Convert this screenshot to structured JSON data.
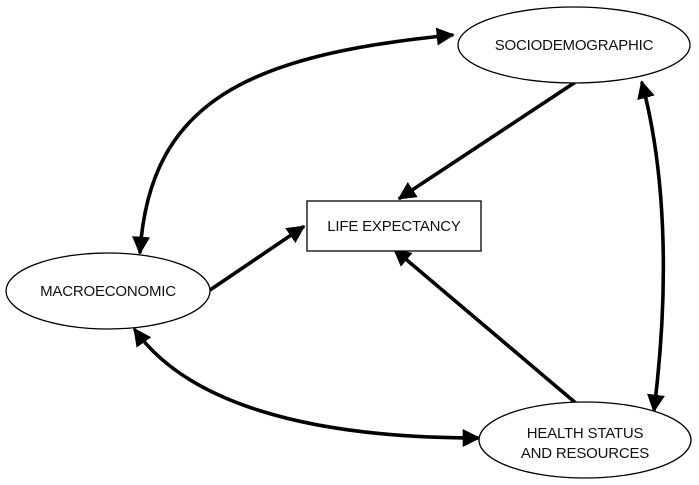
{
  "diagram": {
    "nodes": {
      "sociodemographic": {
        "label": "SOCIODEMOGRAPHIC"
      },
      "life_expectancy": {
        "label": "LIFE EXPECTANCY"
      },
      "macroeconomic": {
        "label": "MACROECONOMIC"
      },
      "health": {
        "label_line1": "HEALTH STATUS",
        "label_line2": "AND RESOURCES"
      }
    },
    "edges": [
      {
        "from": "sociodemographic",
        "to": "life_expectancy",
        "direction": "one-way"
      },
      {
        "from": "macroeconomic",
        "to": "life_expectancy",
        "direction": "one-way"
      },
      {
        "from": "health",
        "to": "life_expectancy",
        "direction": "one-way"
      },
      {
        "from": "sociodemographic",
        "to": "macroeconomic",
        "direction": "two-way"
      },
      {
        "from": "sociodemographic",
        "to": "health",
        "direction": "two-way"
      },
      {
        "from": "macroeconomic",
        "to": "health",
        "direction": "two-way"
      }
    ],
    "colors": {
      "stroke": "#000000",
      "fill": "#ffffff",
      "text": "#111111"
    }
  }
}
